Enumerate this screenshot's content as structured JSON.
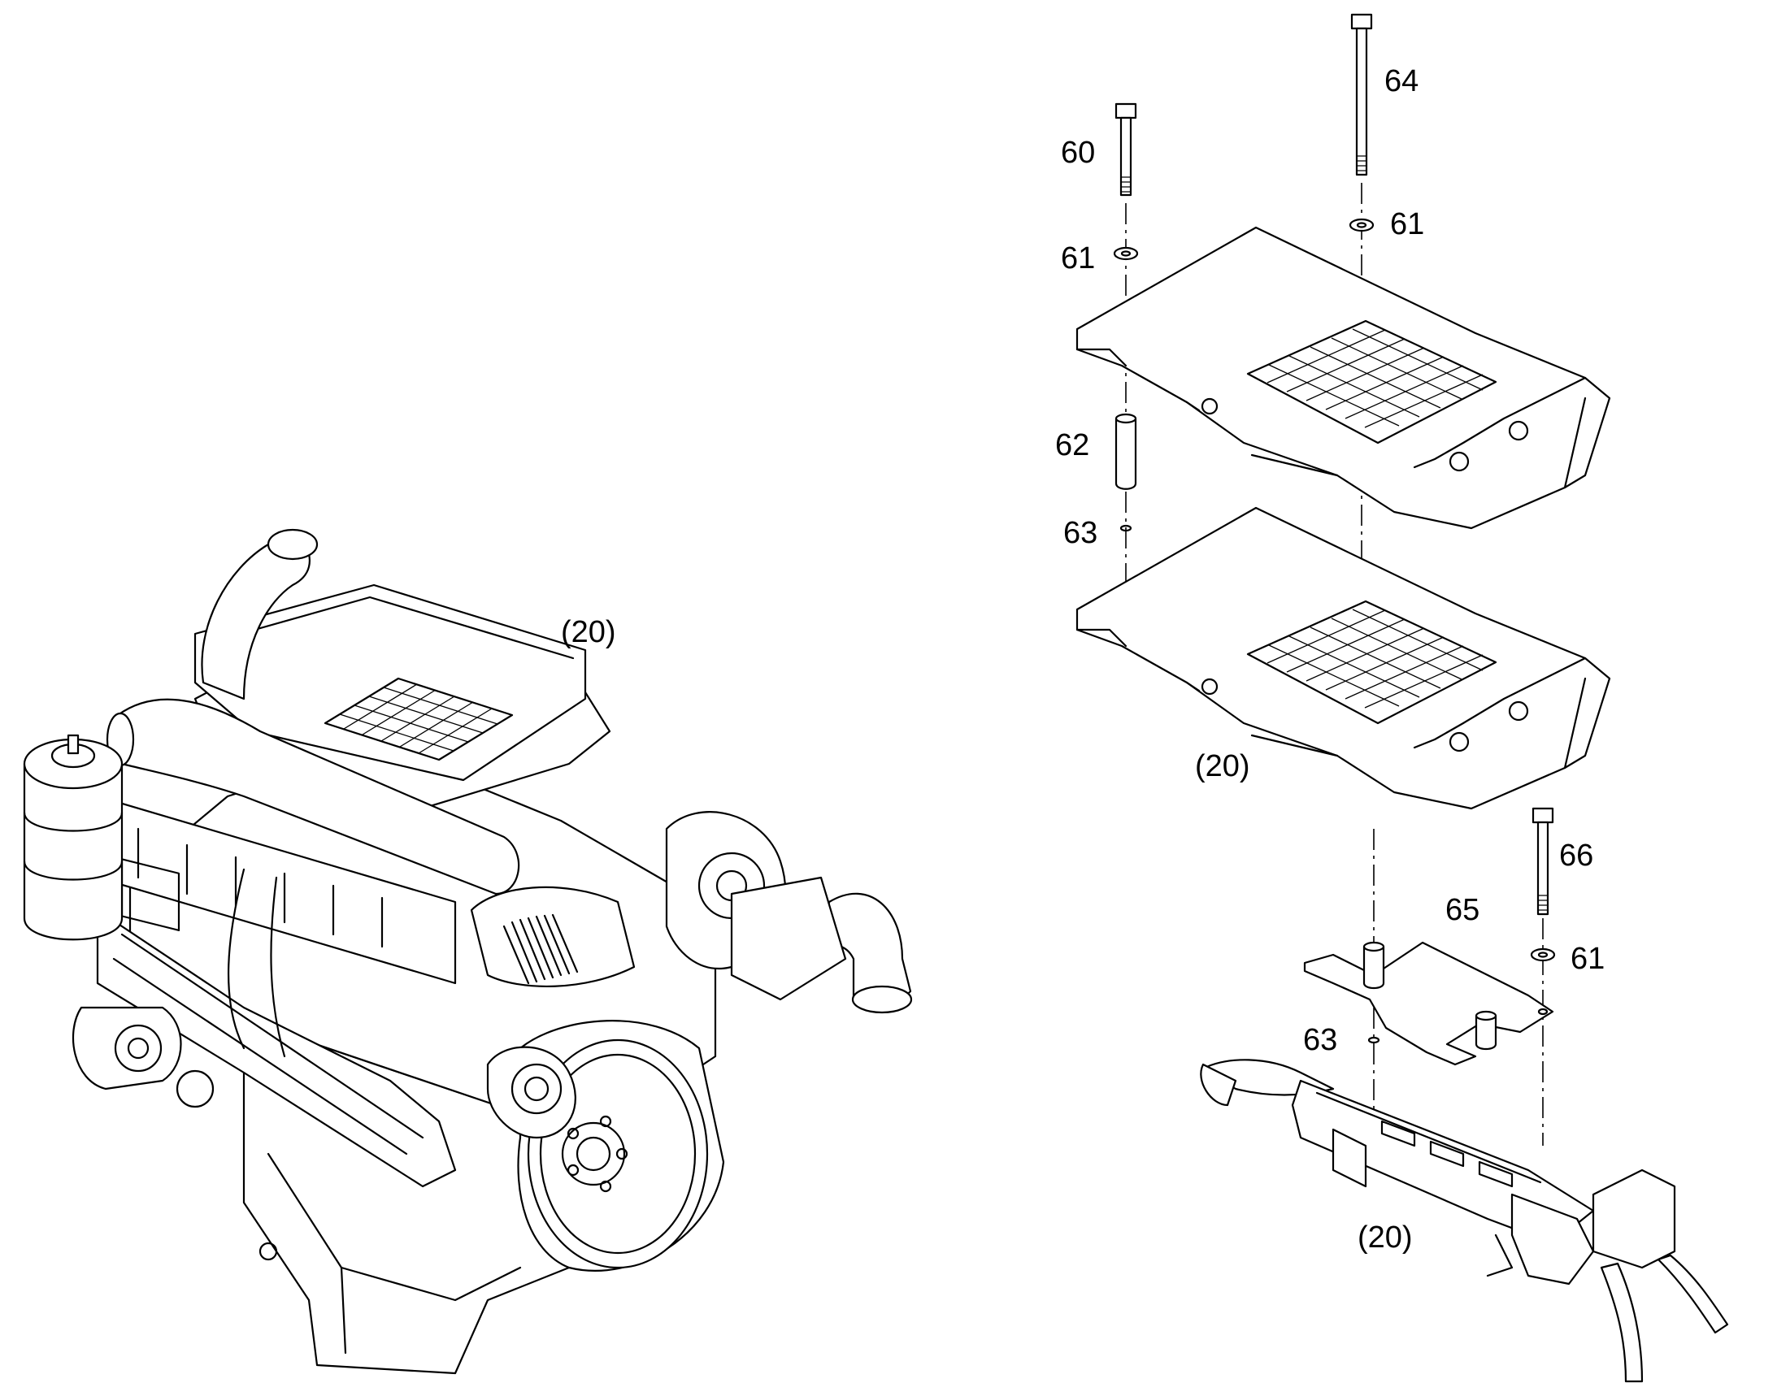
{
  "callouts": {
    "c60": "60",
    "c61a": "61",
    "c61b": "61",
    "c61c": "61",
    "c62": "62",
    "c63a": "63",
    "c63b": "63",
    "c64": "64",
    "c65": "65",
    "c66": "66"
  },
  "assembly_refs": {
    "engine": "(20)",
    "cover_lower": "(20)",
    "rail": "(20)"
  },
  "colors": {
    "line": "#000000",
    "background": "#ffffff"
  }
}
